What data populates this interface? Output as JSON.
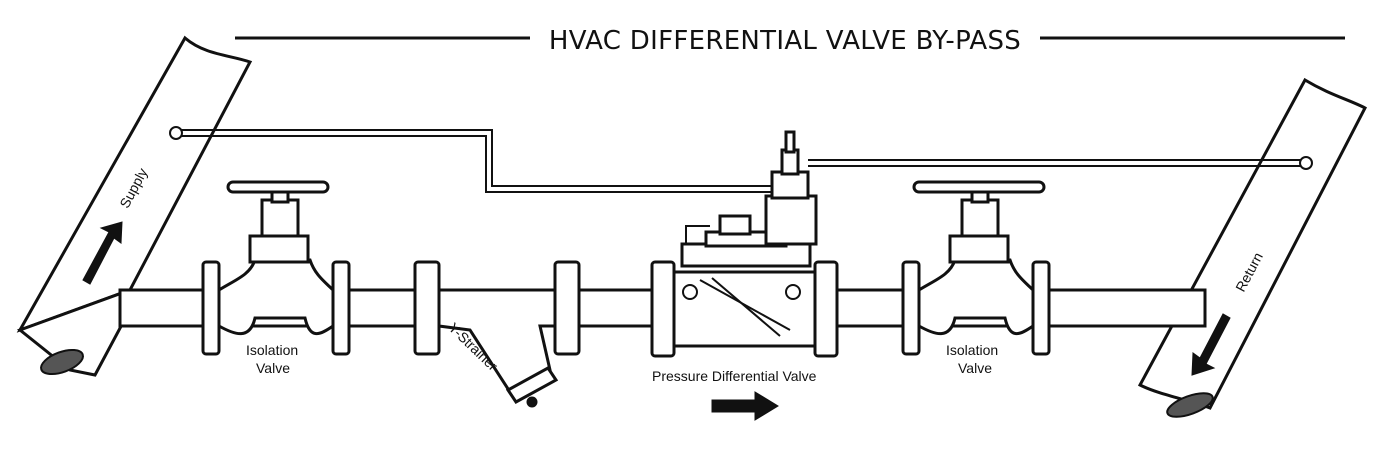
{
  "title": "HVAC DIFFERENTIAL VALVE BY-PASS",
  "labels": {
    "supply": "Supply",
    "return": "Return",
    "isolation_left_line1": "Isolation",
    "isolation_left_line2": "Valve",
    "y_strainer": "Y-Strainer",
    "pressure_differential_valve": "Pressure Differential Valve",
    "isolation_right_line1": "Isolation",
    "isolation_right_line2": "Valve"
  },
  "colors": {
    "line": "#111111",
    "background": "#ffffff",
    "arrow": "#111111"
  },
  "icons": {
    "flow_arrows": [
      "arrow-up-right-icon",
      "arrow-right-icon",
      "arrow-down-left-icon"
    ]
  }
}
